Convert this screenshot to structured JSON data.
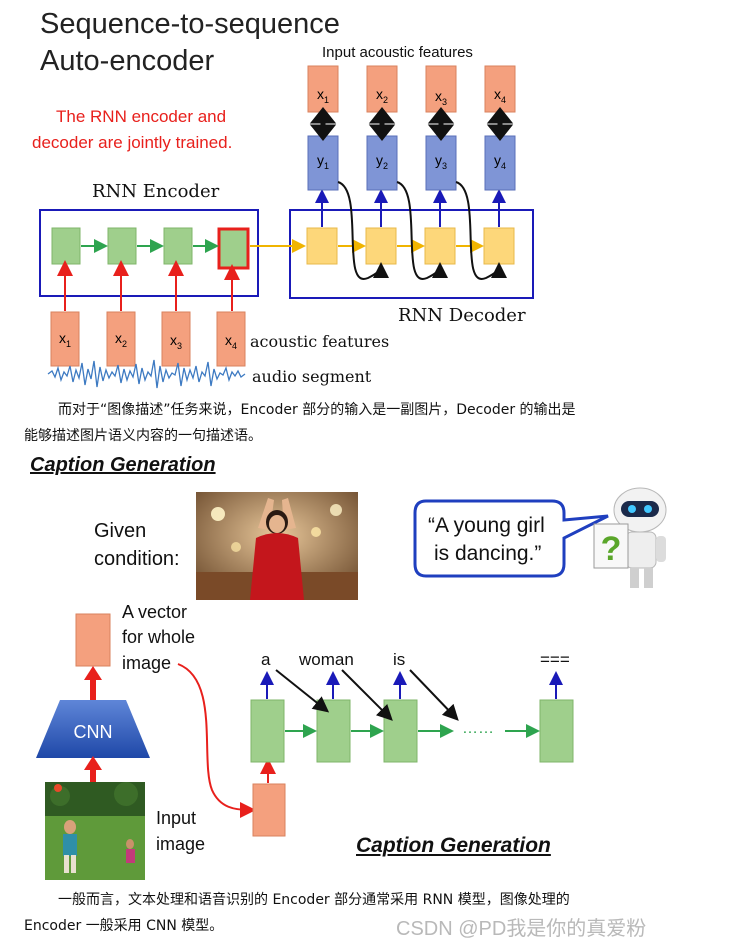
{
  "top_diagram": {
    "title_line1": "Sequence-to-sequence",
    "title_line2": "Auto-encoder",
    "input_features_label": "Input acoustic features",
    "red_note_line1": "The RNN encoder and",
    "red_note_line2": "decoder are jointly trained.",
    "encoder_label": "RNN Encoder",
    "decoder_label": "RNN Decoder",
    "acoustic_features_label": "acoustic features",
    "audio_segment_label": "audio segment",
    "x_labels": [
      "x",
      "x",
      "x",
      "x"
    ],
    "x_subscripts": [
      "1",
      "2",
      "3",
      "4"
    ],
    "y_labels": [
      "y",
      "y",
      "y",
      "y"
    ],
    "y_subscripts": [
      "1",
      "2",
      "3",
      "4"
    ]
  },
  "paragraph1": {
    "line1": "而对于“图像描述”任务来说，Encoder 部分的输入是一副图片，Decoder 的输出是",
    "line2": "能够描述图片语义内容的一句描述语。"
  },
  "caption_section": {
    "heading": "Caption Generation",
    "given_line1": "Given",
    "given_line2": "condition:",
    "quote_line1": "“A young girl",
    "quote_line2": "is dancing.”",
    "vector_line1": "A vector",
    "vector_line2": "for whole",
    "vector_line3": "image",
    "cnn_label": "CNN",
    "input_image_line1": "Input",
    "input_image_line2": "image",
    "words": [
      "a",
      "woman",
      "is",
      "==="
    ],
    "dots": "……",
    "bottom_heading": "Caption Generation"
  },
  "paragraph2": {
    "line1": "一般而言，文本处理和语音识别的 Encoder 部分通常采用 RNN 模型，图像处理的",
    "line2": "Encoder 一般采用 CNN 模型。"
  },
  "watermark": "CSDN @PD我是你的真爱粉",
  "colors": {
    "encoder_box": "#1a1ab8",
    "green_cell": "#9fcf8c",
    "yellow_cell": "#fdd77a",
    "orange_cell": "#f4a07e",
    "blue_cell": "#7f95d6",
    "red_arrow": "#e8201c",
    "bubble_border": "#1f3fbf"
  }
}
